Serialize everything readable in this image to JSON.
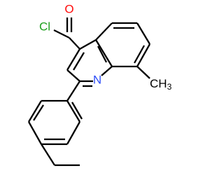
{
  "molecule": {
    "atoms": {
      "oxygen": {
        "symbol": "O",
        "color": "#ff0d0d"
      },
      "chlorine": {
        "symbol": "Cl",
        "color": "#1fa01f"
      },
      "nitrogen": {
        "symbol": "N",
        "color": "#3050f8"
      },
      "methyl": {
        "symbol": "CH",
        "subscript": "3",
        "color": "#000000"
      }
    },
    "bond_color": "#000000",
    "background": "#ffffff"
  }
}
